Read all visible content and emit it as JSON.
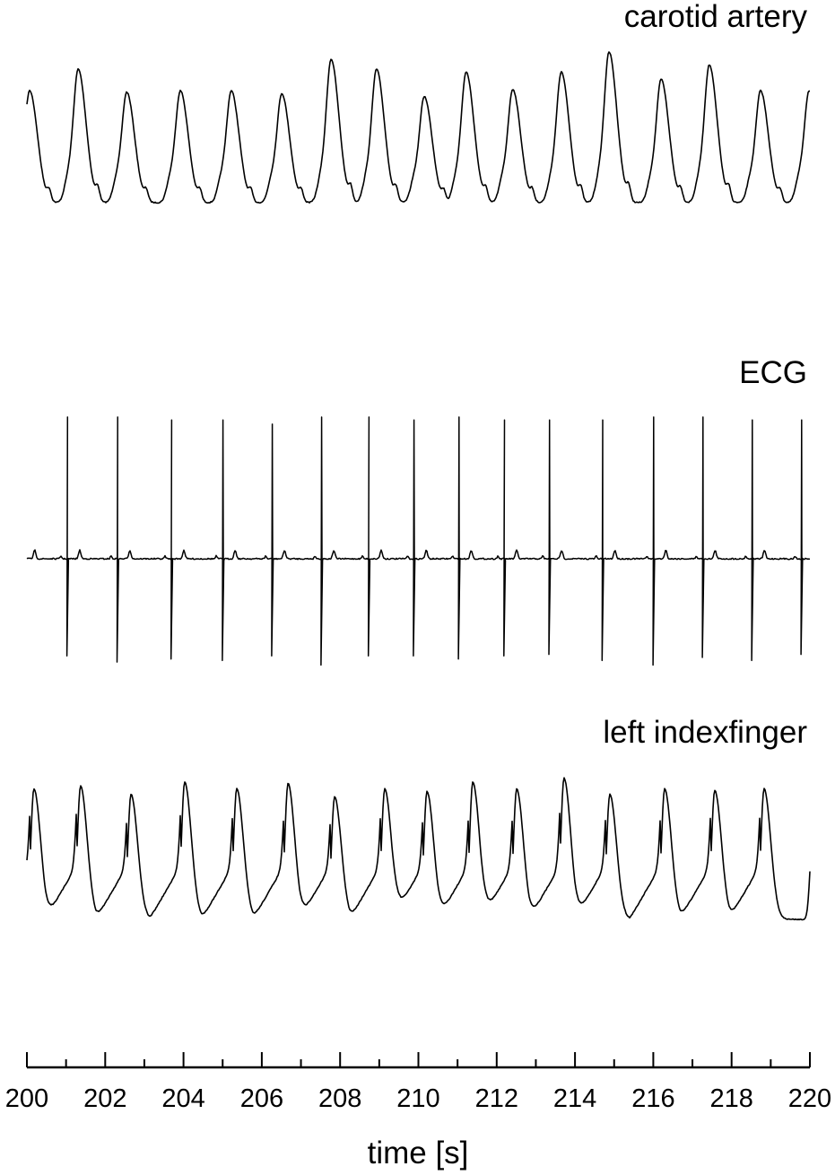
{
  "chart_data": {
    "type": "line",
    "title": "",
    "xlabel": "time [s]",
    "ylabel": "",
    "xlim": [
      200,
      220
    ],
    "x_ticks_major": [
      200,
      202,
      204,
      206,
      208,
      210,
      212,
      214,
      216,
      218,
      220
    ],
    "x_ticks_minor": [
      201,
      203,
      205,
      207,
      209,
      211,
      213,
      215,
      217,
      219
    ],
    "grid": false,
    "legend": "none; traces labelled inline at right",
    "line_color": "#000000",
    "series": [
      {
        "name": "carotid artery",
        "kind": "pressure-pulse",
        "peak_times_s": [
          200.07,
          201.31,
          202.55,
          203.92,
          205.22,
          206.51,
          207.77,
          208.93,
          210.15,
          211.22,
          212.41,
          213.65,
          214.87,
          216.2,
          217.43,
          218.74,
          219.98
        ],
        "peak_rel_amplitude": [
          0.78,
          0.93,
          0.77,
          0.78,
          0.78,
          0.76,
          1.0,
          0.93,
          0.74,
          0.91,
          0.79,
          0.91,
          1.05,
          0.86,
          0.96,
          0.78,
          0.78
        ],
        "trough_rel_level": [
          0.0,
          0.02,
          0.0,
          0.02,
          0.03,
          0.0,
          0.0,
          0.03,
          0.0,
          0.01,
          0.0,
          0.02,
          0.0,
          0.02,
          0.0,
          0.02,
          0.0
        ]
      },
      {
        "name": "ECG",
        "kind": "ecg",
        "r_peak_times_s": [
          201.05,
          202.33,
          203.71,
          205.02,
          206.28,
          207.54,
          208.75,
          209.9,
          211.05,
          212.21,
          213.36,
          214.72,
          216.02,
          217.28,
          218.54,
          219.8
        ],
        "r_amplitude_mV_rel": [
          1.0,
          1.0,
          0.98,
          0.98,
          0.95,
          1.0,
          1.0,
          0.98,
          1.0,
          0.98,
          0.98,
          0.98,
          1.0,
          1.0,
          0.98,
          0.98
        ],
        "s_depth_rel": [
          0.64,
          0.68,
          0.66,
          0.67,
          0.64,
          0.7,
          0.64,
          0.64,
          0.66,
          0.64,
          0.63,
          0.67,
          0.7,
          0.65,
          0.67,
          0.63
        ]
      },
      {
        "name": "left indexfinger",
        "kind": "ppg",
        "peak_times_s": [
          200.18,
          201.37,
          202.66,
          204.03,
          205.36,
          206.67,
          207.86,
          209.14,
          210.22,
          211.39,
          212.51,
          213.72,
          214.89,
          216.29,
          217.57,
          218.83
        ],
        "peak_rel_amplitude": [
          0.97,
          0.99,
          0.93,
          1.02,
          0.97,
          1.01,
          0.91,
          0.97,
          0.95,
          1.02,
          0.97,
          1.05,
          0.93,
          0.97,
          0.96,
          0.97
        ]
      }
    ]
  },
  "labels": {
    "carotid": "carotid artery",
    "ecg": "ECG",
    "finger": "left indexfinger",
    "x_axis_title": "time [s]"
  }
}
